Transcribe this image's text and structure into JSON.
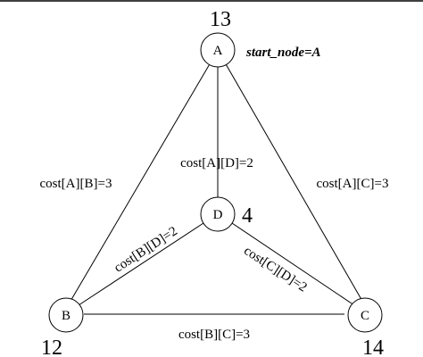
{
  "start_label": "start_node=A",
  "nodes": {
    "A": {
      "label": "A",
      "value": "13"
    },
    "B": {
      "label": "B",
      "value": "12"
    },
    "C": {
      "label": "C",
      "value": "14"
    },
    "D": {
      "label": "D",
      "value": "4"
    }
  },
  "edges": {
    "AB": "cost[A][B]=3",
    "AC": "cost[A][C]=3",
    "AD": "cost[A][D]=2",
    "BD": "cost[B][D]=2",
    "CD": "cost[C][D]=2",
    "BC": "cost[B][C]=3"
  }
}
